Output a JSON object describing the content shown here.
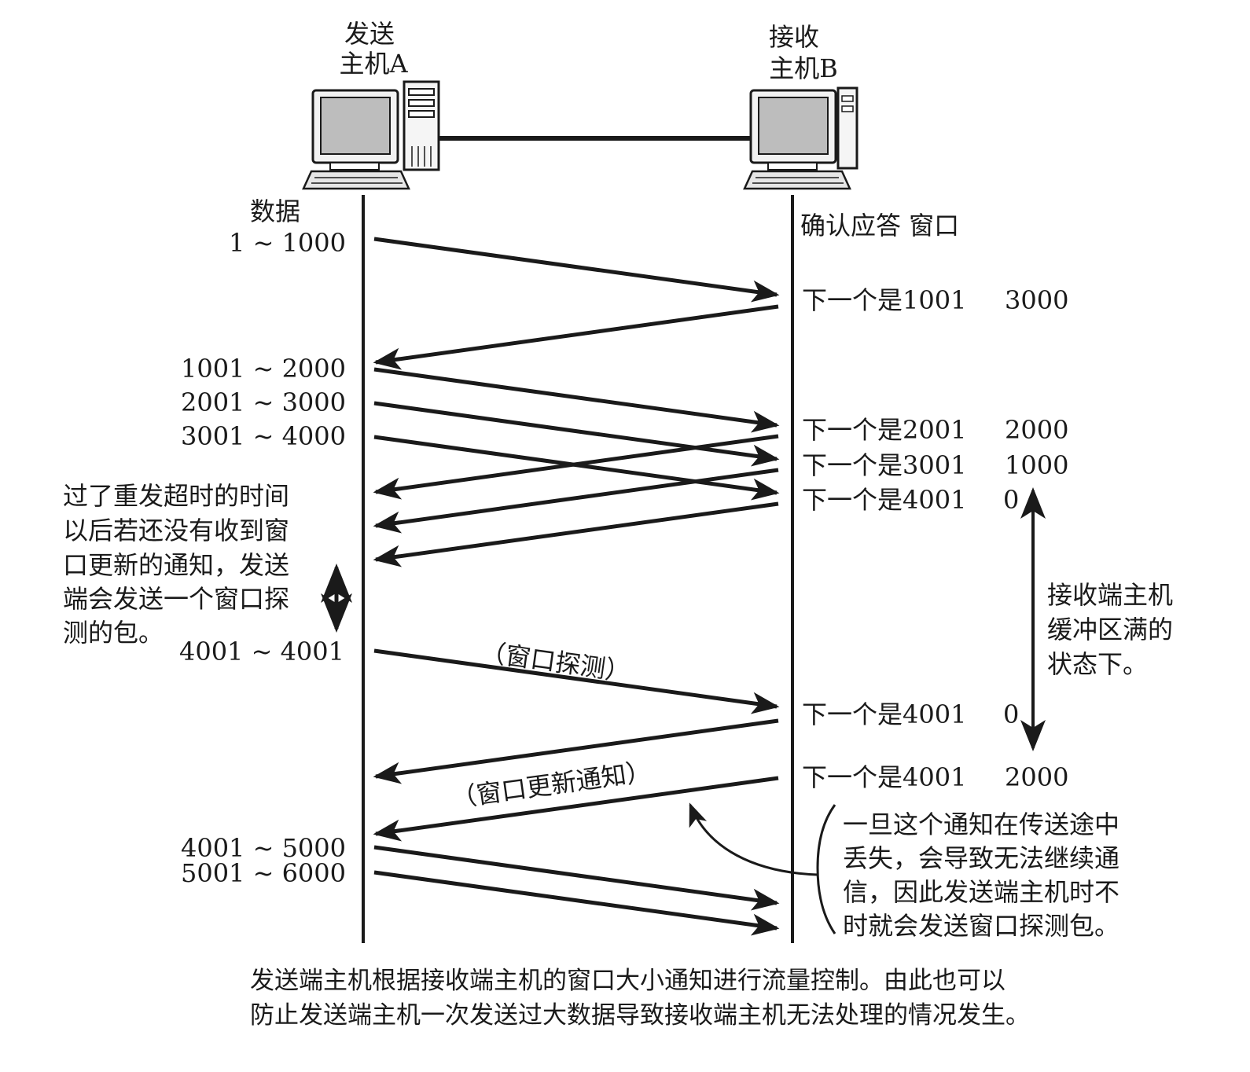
{
  "hosts": {
    "sender": [
      "发送",
      "主机A"
    ],
    "receiver": [
      "接收",
      "主机B"
    ]
  },
  "headers": {
    "data": "数据",
    "ack_window": "确认应答 窗口"
  },
  "data_segments": [
    "1 ~ 1000",
    "1001 ~ 2000",
    "2001 ~ 3000",
    "3001 ~ 4000",
    "4001 ~ 4001",
    "4001 ~ 5000",
    "5001 ~ 6000"
  ],
  "acks": [
    {
      "ack": "下一个是1001",
      "window": "3000"
    },
    {
      "ack": "下一个是2001",
      "window": "2000"
    },
    {
      "ack": "下一个是3001",
      "window": "1000"
    },
    {
      "ack": "下一个是4001",
      "window": "0"
    },
    {
      "ack": "下一个是4001",
      "window": "0"
    },
    {
      "ack": "下一个是4001",
      "window": "2000"
    }
  ],
  "labels": {
    "window_probe": "（窗口探测）",
    "window_update": "（窗口更新通知）"
  },
  "notes": {
    "left": [
      "过了重发超时的时间",
      "以后若还没有收到窗",
      "口更新的通知，发送",
      "端会发送一个窗口探",
      "测的包。"
    ],
    "right": [
      "接收端主机",
      "缓冲区满的",
      "状态下。"
    ],
    "bottom_right": [
      "一旦这个通知在传送途中",
      "丢失，会导致无法继续通",
      "信，因此发送端主机时不",
      "时就会发送窗口探测包。"
    ]
  },
  "caption": [
    "发送端主机根据接收端主机的窗口大小通知进行流量控制。由此也可以",
    "防止发送端主机一次发送过大数据导致接收端主机无法处理的情况发生。"
  ]
}
